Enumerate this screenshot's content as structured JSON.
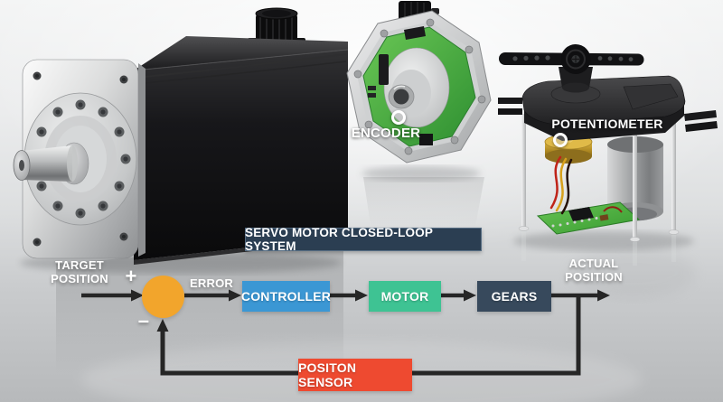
{
  "figure": {
    "component_labels": [
      {
        "id": "encoder",
        "text": "ENCODER"
      },
      {
        "id": "potentiometer",
        "text": "POTENTIOMETER"
      }
    ],
    "callout_ring_color": "#ffffff"
  },
  "banner": {
    "title": "SERVO MOTOR CLOSED-LOOP SYSTEM",
    "bg_color": "#2b3e52",
    "text_color": "#ffffff"
  },
  "diagram": {
    "target_position": {
      "line1": "TARGET",
      "line2": "POSITION"
    },
    "actual_position": {
      "line1": "ACTUAL",
      "line2": "POSITION"
    },
    "error_label": "ERROR",
    "plus_sign": "+",
    "minus_sign": "–",
    "summing_junction": {
      "color": "#f2a52c"
    },
    "blocks": [
      {
        "id": "controller",
        "label": "CONTROLLER",
        "color": "#3b97d4"
      },
      {
        "id": "motor",
        "label": "MOTOR",
        "color": "#3ec393"
      },
      {
        "id": "gears",
        "label": "GEARS",
        "color": "#37495c"
      },
      {
        "id": "position_sensor",
        "label": "POSITON SENSOR",
        "color": "#ee4a30"
      }
    ],
    "line_color": "#262626",
    "label_text_color": "#ffffff"
  }
}
